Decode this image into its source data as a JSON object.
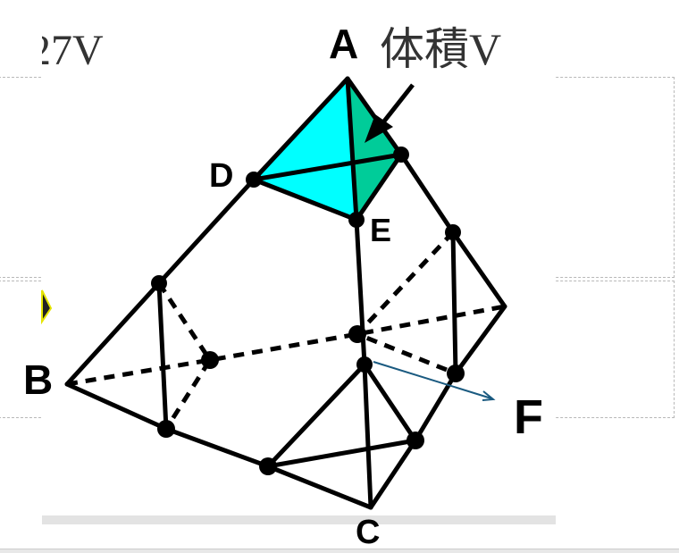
{
  "labels": {
    "A": "A",
    "B": "B",
    "C": "C",
    "D": "D",
    "E": "E",
    "F": "F",
    "volume_label": "体積V",
    "partial_text": "27V"
  },
  "colors": {
    "face_front": "#00ffff",
    "face_side": "#00cc99",
    "arrow_f": "#1a5a80",
    "edge": "#000000"
  }
}
